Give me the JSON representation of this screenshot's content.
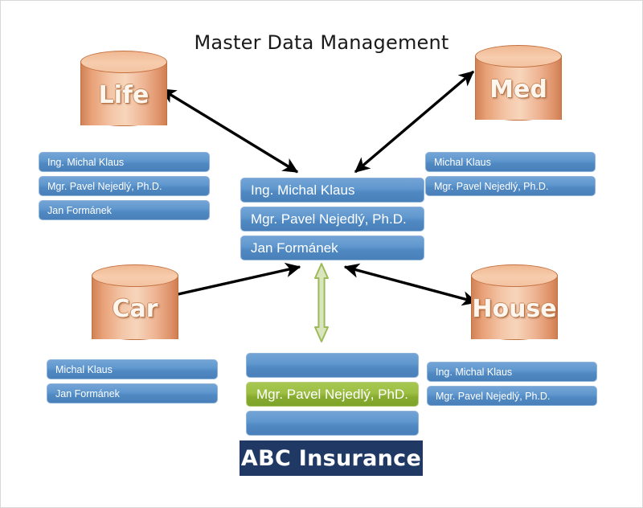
{
  "diagram": {
    "title": "Master Data Management",
    "organization": "ABC Insurance",
    "databases": [
      {
        "id": "life",
        "label": "Life"
      },
      {
        "id": "med",
        "label": "Med"
      },
      {
        "id": "car",
        "label": "Car"
      },
      {
        "id": "house",
        "label": "House"
      }
    ],
    "colors": {
      "bar_blue": "#5a8fc6",
      "bar_green": "#9cbf43",
      "cylinder": "#f0b088",
      "org_box": "#1f3864",
      "arrow_black": "#000000",
      "arrow_green": "#9bbb59"
    },
    "lists": {
      "life_users": {
        "name": "life-user-list",
        "items": [
          "Ing. Michal Klaus",
          "Mgr. Pavel Nejedlý, Ph.D.",
          "Jan Formánek"
        ]
      },
      "med_users": {
        "name": "med-user-list",
        "items": [
          "Michal Klaus",
          "Mgr. Pavel Nejedlý, Ph.D."
        ]
      },
      "master_users": {
        "name": "master-user-list",
        "items": [
          "Ing. Michal Klaus",
          "Mgr. Pavel Nejedlý, Ph.D.",
          "Jan Formánek"
        ]
      },
      "car_users": {
        "name": "car-user-list",
        "items": [
          "Michal Klaus",
          "Jan Formánek"
        ]
      },
      "house_users": {
        "name": "house-user-list",
        "items": [
          "Ing. Michal Klaus",
          "Mgr. Pavel Nejedlý, Ph.D."
        ]
      },
      "org_users": {
        "name": "organization-user-list",
        "items": [
          {
            "label": "",
            "highlight": false
          },
          {
            "label": "Mgr. Pavel Nejedlý, PhD.",
            "highlight": true
          },
          {
            "label": "",
            "highlight": false
          }
        ]
      }
    },
    "connections": [
      {
        "from": "master",
        "to": "life",
        "style": "double-black"
      },
      {
        "from": "master",
        "to": "med",
        "style": "double-black"
      },
      {
        "from": "master",
        "to": "car",
        "style": "double-black"
      },
      {
        "from": "master",
        "to": "house",
        "style": "double-black"
      },
      {
        "from": "master",
        "to": "organization",
        "style": "double-green"
      }
    ]
  }
}
